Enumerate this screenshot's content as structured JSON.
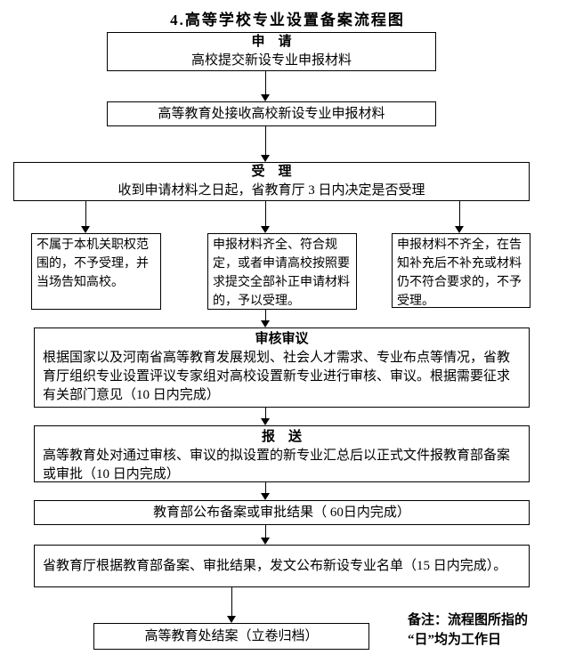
{
  "title": "4.高等学校专业设置备案流程图",
  "nodes": {
    "apply": {
      "heading": "申　请",
      "body": "高校提交新设专业申报材料"
    },
    "receive": {
      "body": "高等教育处接收高校新设专业申报材料"
    },
    "accept": {
      "heading": "受　理",
      "body": "收到申请材料之日起，省教育厅 3 日内决定是否受理"
    },
    "reject_scope": {
      "body": "不属于本机关职权范围的，不予受理，并当场告知高校。"
    },
    "accept_ok": {
      "body": "申报材料齐全、符合规定，或者申请高校按照要求提交全部补正申请材料的，予以受理。"
    },
    "reject_incomplete": {
      "body": "申报材料不齐全，在告知补充后不补充或材料仍不符合要求的，不予受理。"
    },
    "review": {
      "heading": "审核审议",
      "body": "根据国家以及河南省高等教育发展规划、社会人才需求、专业布点等情况，省教育厅组织专业设置评议专家组对高校设置新专业进行审核、审议。根据需要征求有关部门意见（10 日内完成）"
    },
    "submit": {
      "heading": "报　送",
      "body": "高等教育处对通过审核、审议的拟设置的新专业汇总后以正式文件报教育部备案或审批（10 日内完成）"
    },
    "moe_result": {
      "body": "教育部公布备案或审批结果（ 60日内完成）"
    },
    "province_announce": {
      "body": "省教育厅根据教育部备案、审批结果，发文公布新设专业名单（15 日内完成）。"
    },
    "close_case": {
      "body": "高等教育处结案（立卷归档）"
    }
  },
  "note": {
    "line1": "备注：流程图所指的",
    "line2": "“日”均为工作日"
  }
}
